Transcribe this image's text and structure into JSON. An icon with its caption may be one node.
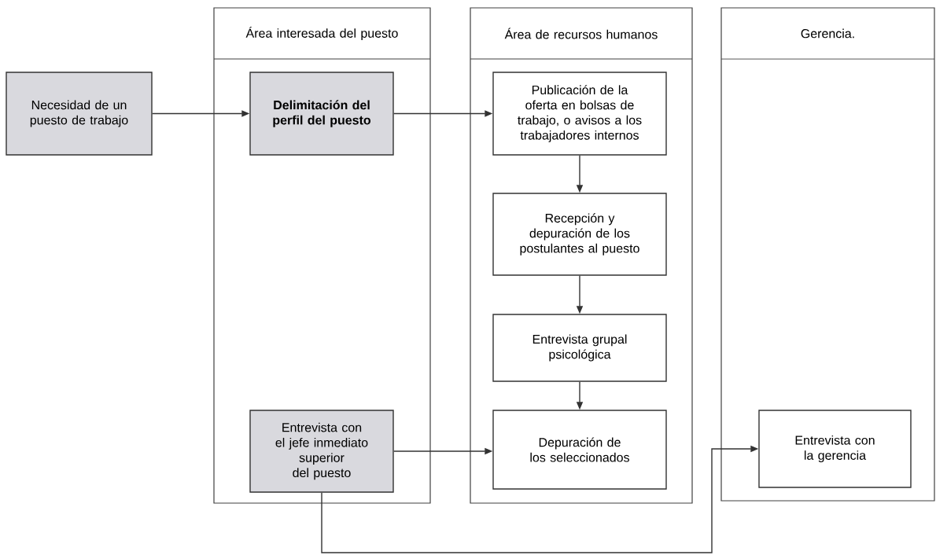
{
  "diagram": {
    "nodes": [
      {
        "text": [
          "Necesidad de un puesto de trabajo"
        ]
      },
      {
        "text": [
          "Área interesada del puesto"
        ]
      },
      {
        "text": [
          "Delimitación del perfil del puesto"
        ],
        "in": 1
      },
      {
        "text": [
          "Entrevista con el jefe inmediato superior del puesto"
        ],
        "in": 1
      },
      {
        "text": [
          "Área de recursos humanos"
        ]
      },
      {
        "text": [
          "Publicación de la oferta en bolsas de trabajo, o avisos a los trabajadores internos"
        ],
        "in": 4
      },
      {
        "text": [
          "Recepción y depuración de los postulantes al puesto"
        ],
        "in": 4
      },
      {
        "text": [
          "Entrevista grupal psicológica"
        ],
        "in": 4
      },
      {
        "text": [
          "Depuración de los seleccionados"
        ],
        "in": 4
      },
      {
        "text": [
          "Gerencia."
        ]
      },
      {
        "text": [
          "Entrevista con la gerencia"
        ],
        "in": 9
      }
    ],
    "edges": [
      {
        "from": 0,
        "to": 2,
        "arrow": "to"
      },
      {
        "from": 2,
        "to": 5,
        "arrow": "to"
      },
      {
        "from": 5,
        "to": 6,
        "arrow": "to"
      },
      {
        "from": 6,
        "to": 7,
        "arrow": "to"
      },
      {
        "from": 7,
        "to": 8,
        "arrow": "to"
      },
      {
        "from": 3,
        "to": 8,
        "arrow": "to"
      },
      {
        "from": 3,
        "to": 10,
        "arrow": "to"
      }
    ]
  }
}
